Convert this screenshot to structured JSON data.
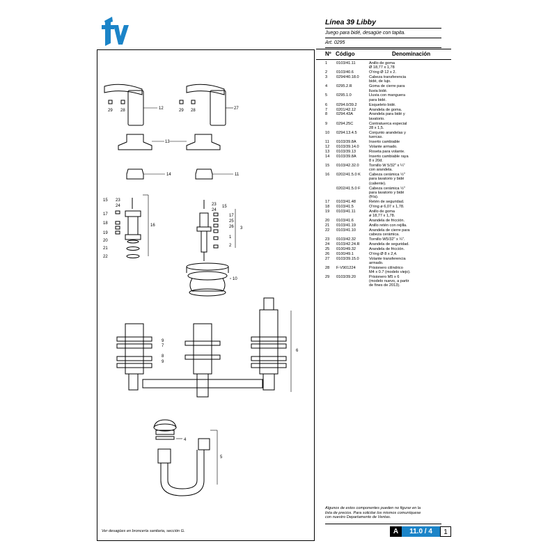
{
  "brand": {
    "logo": "fv",
    "color": "#1b84c8"
  },
  "header": {
    "title": "Línea 39 Libby",
    "subtitle": "Juego para bidé, desagüe con tapita.",
    "article": "Art. 0295"
  },
  "parts_header": {
    "num": "Nº",
    "code": "Código",
    "desc": "Denominación"
  },
  "parts": [
    {
      "num": "1",
      "code": "0103/41.11",
      "desc": [
        "Anillo de goma",
        "Ø 18,77 x 1,78"
      ]
    },
    {
      "num": "2",
      "code": "0103/40.6",
      "desc": [
        "O'ring Ø 12 x 2."
      ]
    },
    {
      "num": "3",
      "code": "0294/40.18.0",
      "desc": [
        "Cabeza transferencia",
        "bidé, de lujo."
      ]
    },
    {
      "num": "4",
      "code": "0295.2.R",
      "desc": [
        "Goma de cierre para",
        "lluvia bidé."
      ]
    },
    {
      "num": "5",
      "code": "0295.1.0",
      "desc": [
        "Lluvia con manguera",
        "para bidé."
      ]
    },
    {
      "num": "6",
      "code": "0294.0/39.2",
      "desc": [
        "Esqueleto bidé."
      ]
    },
    {
      "num": "7",
      "code": "0201/42.12",
      "desc": [
        "Arandela de goma."
      ]
    },
    {
      "num": "8",
      "code": "0294.43A",
      "desc": [
        "Arandela para bidé y",
        "lavatorio."
      ]
    },
    {
      "num": "9",
      "code": "0294.25C",
      "desc": [
        "Contratuerca especial",
        "28 x 1,5."
      ]
    },
    {
      "num": "10",
      "code": "0294.13.4.5",
      "desc": [
        "Conjunto arandelas y",
        "tuercas."
      ]
    },
    {
      "num": "11",
      "code": "0103/39.8A",
      "desc": [
        "Inserto cambiable"
      ]
    },
    {
      "num": "12",
      "code": "0103/39.14.0",
      "desc": [
        "Volante armado."
      ]
    },
    {
      "num": "13",
      "code": "0103/39.13",
      "desc": [
        "Roseta para volante."
      ]
    },
    {
      "num": "14",
      "code": "0103/39.8A",
      "desc": [
        "Inserto cambiable raya",
        "8 x 20d."
      ]
    },
    {
      "num": "15",
      "code": "0103/42.32.0",
      "desc": [
        "Tornillo W 5/32\" x ¼\"",
        "con arandela."
      ]
    },
    {
      "num": "16",
      "code": "0202/41.5.0 K",
      "desc": [
        "Cabeza cerámica ½\"",
        "para lavatorio y bidé",
        "(caliente)."
      ]
    },
    {
      "num": "",
      "code": "0202/41.5.0 F",
      "desc": [
        "Cabeza cerámica ½\"",
        "para lavatorio y bidé",
        "(fría)."
      ]
    },
    {
      "num": "17",
      "code": "0103/41.48",
      "desc": [
        "Retén de seguridad."
      ]
    },
    {
      "num": "18",
      "code": "0103/41.5",
      "desc": [
        "O'ring ø 6,07 x 1,78."
      ]
    },
    {
      "num": "19",
      "code": "0103/41.11",
      "desc": [
        "Anillo de goma",
        "ø 18,77 x 1,78."
      ]
    },
    {
      "num": "20",
      "code": "0103/41.6",
      "desc": [
        "Arandela de fricción."
      ]
    },
    {
      "num": "21",
      "code": "0103/41.19",
      "desc": [
        "Anillo retén con rejilla."
      ]
    },
    {
      "num": "22",
      "code": "0103/41.10",
      "desc": [
        "Arandela de cierre para",
        "cabeza cerámica."
      ]
    },
    {
      "num": "23",
      "code": "0103/42.32",
      "desc": [
        "Tornillo W5/32\" x ¼\"."
      ]
    },
    {
      "num": "24",
      "code": "0103/42.24.R",
      "desc": [
        "Arandela de seguridad."
      ]
    },
    {
      "num": "25",
      "code": "0100/49.32",
      "desc": [
        "Arandela de fricción."
      ]
    },
    {
      "num": "26",
      "code": "0100/49.1",
      "desc": [
        "O'ring Ø 8 x 2,4."
      ]
    },
    {
      "num": "27",
      "code": "0103/39.15.0",
      "desc": [
        "Volante transferencia",
        "armado."
      ]
    },
    {
      "num": "28",
      "code": "F-V901224",
      "desc": [
        "Prisionero cilíndrico",
        "M4 x 0.7 (modelo viejo)."
      ]
    },
    {
      "num": "29",
      "code": "0103/39.20",
      "desc": [
        "Prisionero M5 x 6",
        "(modelo nuevo, a partir",
        "de fines de 2013)."
      ]
    }
  ],
  "callouts": [
    "29",
    "28",
    "12",
    "29",
    "28",
    "27",
    "13",
    "14",
    "11",
    "23",
    "24",
    "15",
    "17",
    "18",
    "16",
    "19",
    "20",
    "21",
    "22",
    "15",
    "23",
    "24",
    "17",
    "25",
    "26",
    "3",
    "1",
    "2",
    "10",
    "9",
    "7",
    "8",
    "9",
    "6",
    "4",
    "5"
  ],
  "note": [
    "Algunos de estos componentes pueden no figurar en la",
    "lista de precios. Para solicitar los mismos comuníquese",
    "con nuestro Departamento de Ventas."
  ],
  "footer_note": "Ver desagües en broncería sanitaria, sección G.",
  "badge": {
    "letter": "A",
    "section": "11.0 / 4",
    "page": "1",
    "color": "#1b84c8"
  }
}
